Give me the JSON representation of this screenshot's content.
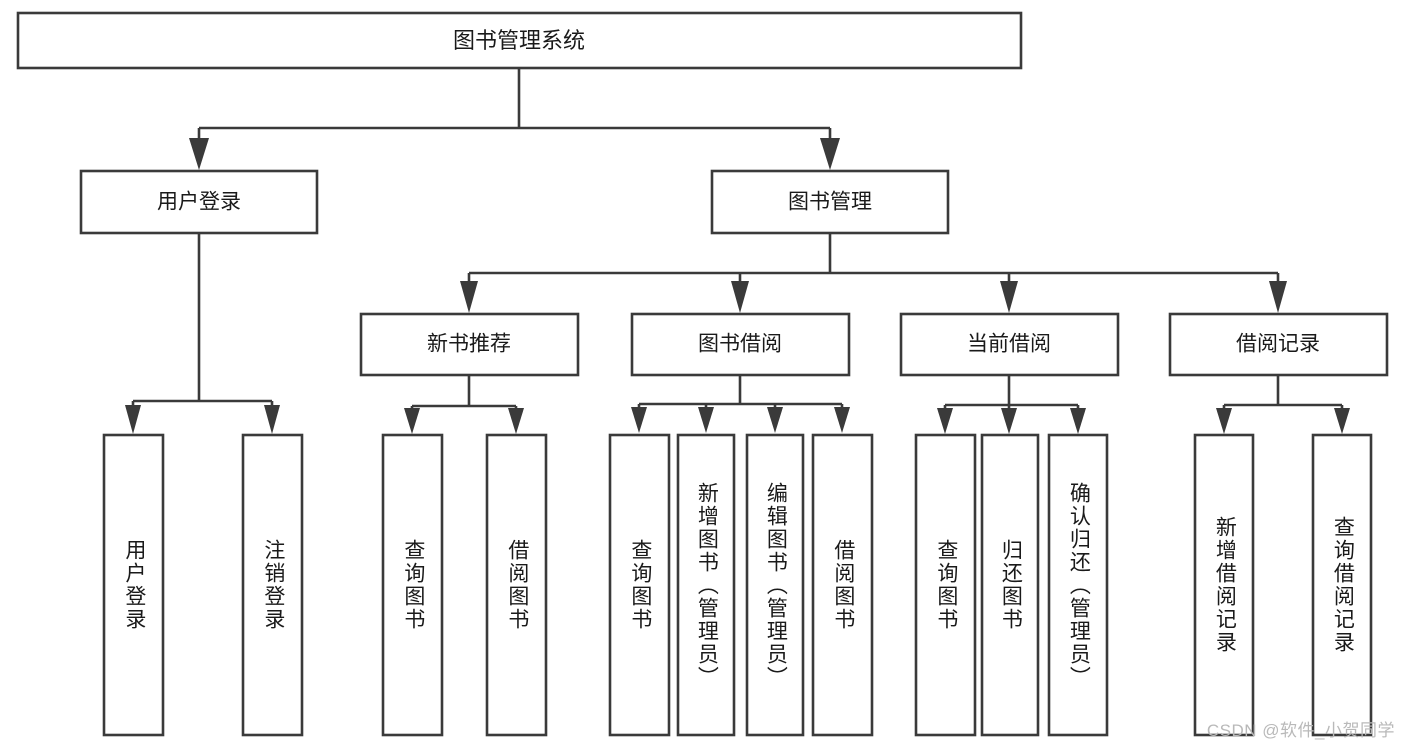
{
  "diagram": {
    "type": "tree-hierarchy",
    "title": "图书管理系统",
    "watermark": "CSDN @软件_小贺同学",
    "colors": {
      "background": "#ffffff",
      "box_fill": "#ffffff",
      "box_stroke": "#3a3a3a",
      "text": "#1a1a1a",
      "watermark": "#b9b9b9"
    },
    "root": {
      "label": "图书管理系统"
    },
    "level2": [
      {
        "label": "用户登录"
      },
      {
        "label": "图书管理"
      }
    ],
    "level3": [
      {
        "label": "新书推荐"
      },
      {
        "label": "图书借阅"
      },
      {
        "label": "当前借阅"
      },
      {
        "label": "借阅记录"
      }
    ],
    "leaves": {
      "user_login": [
        {
          "label": "用户登录"
        },
        {
          "label": "注销登录"
        }
      ],
      "new_book_recommend": [
        {
          "label": "查询图书"
        },
        {
          "label": "借阅图书"
        }
      ],
      "book_borrow": [
        {
          "label": "查询图书"
        },
        {
          "label": "新增图书（管理员）"
        },
        {
          "label": "编辑图书（管理员）"
        },
        {
          "label": "借阅图书"
        }
      ],
      "current_borrow": [
        {
          "label": "查询图书"
        },
        {
          "label": "归还图书"
        },
        {
          "label": "确认归还（管理员）"
        }
      ],
      "borrow_record": [
        {
          "label": "新增借阅记录"
        },
        {
          "label": "查询借阅记录"
        }
      ]
    }
  }
}
